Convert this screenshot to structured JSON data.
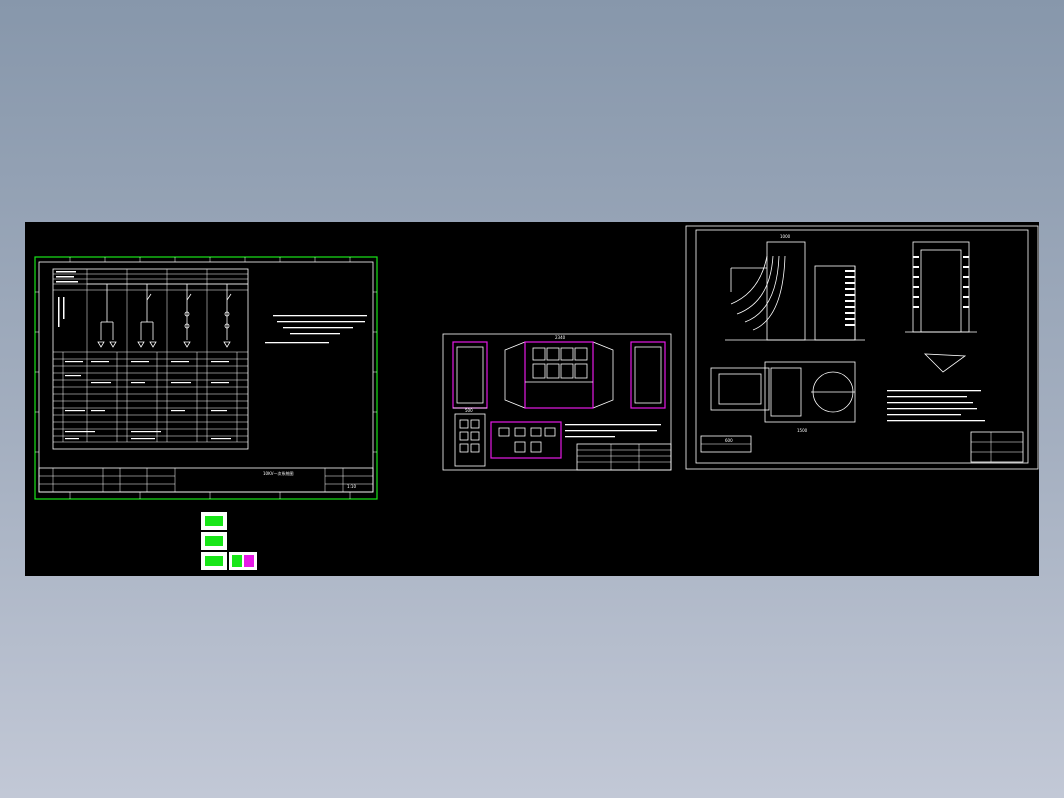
{
  "viewport": {
    "background": "#000000",
    "frame_color": "#19e619",
    "accent_color": "#e619e6"
  },
  "sheets": [
    {
      "name": "single-line-diagram",
      "title_text": "10KV一次系统图",
      "scale_text": "1:10"
    },
    {
      "name": "enclosure-elevations"
    },
    {
      "name": "foundation-plan"
    }
  ],
  "sheet2": {
    "overall_dim": "2340",
    "left_dim": "500"
  },
  "sheet3": {
    "dim_top": "1000",
    "dim_plan": "1500",
    "dim_side": "600"
  }
}
